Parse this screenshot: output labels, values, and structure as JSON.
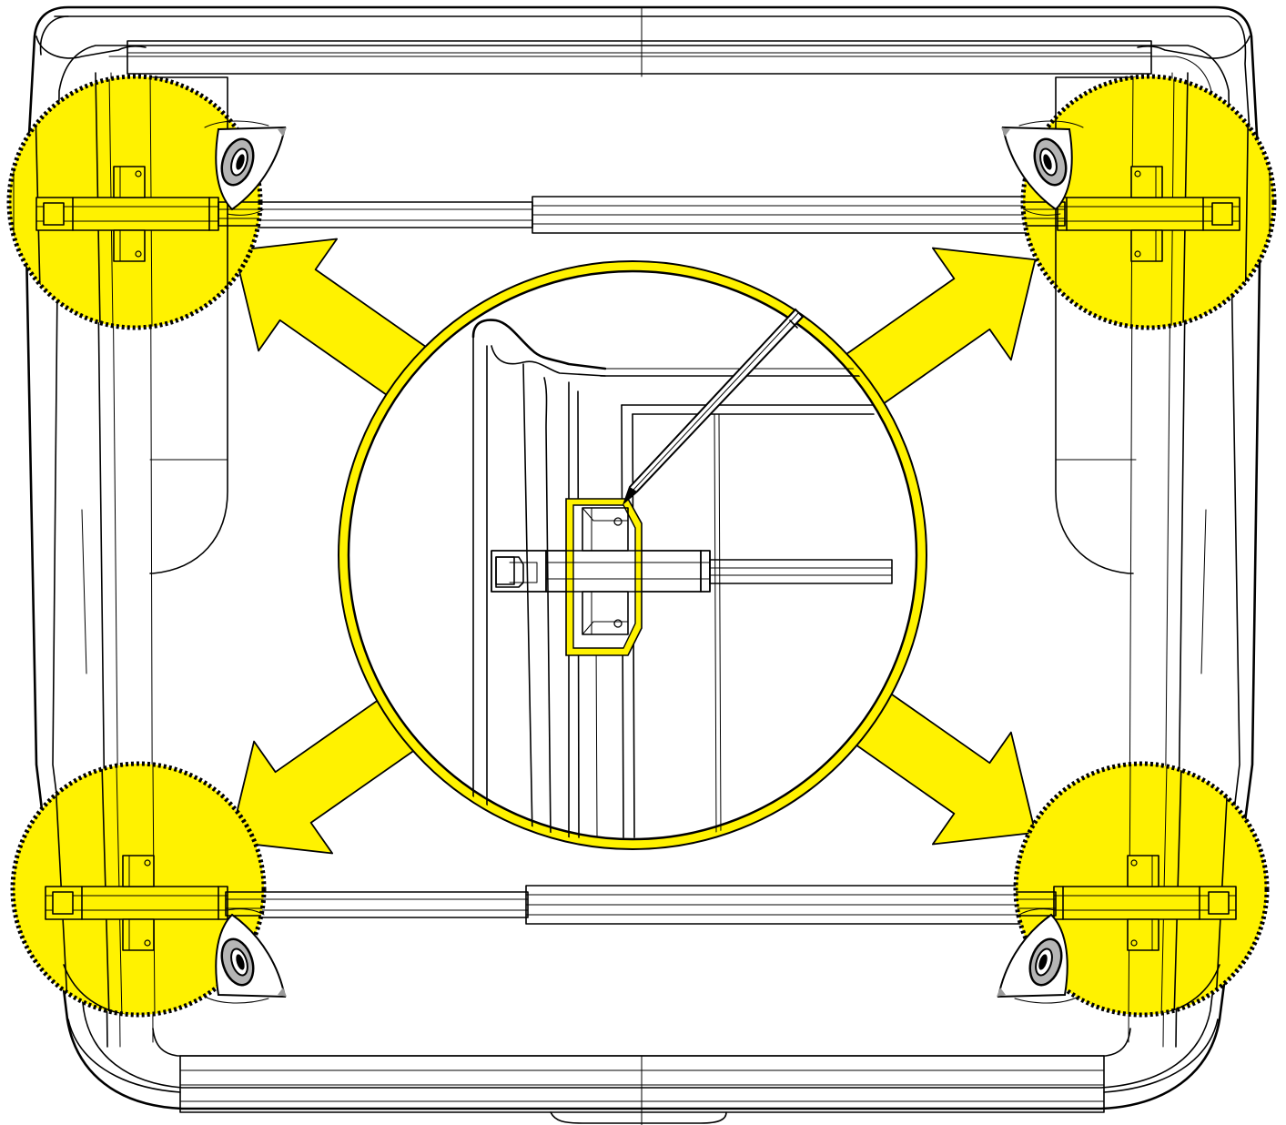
{
  "figure": {
    "kind": "instruction-diagram",
    "subject": "frame-bracket-marking-and-inspection"
  },
  "colors": {
    "highlight": "#FFF200",
    "line": "#000000",
    "background": "#FFFFFF",
    "eye_iris": "#B5B5B5"
  },
  "icons": {
    "center": "pencil-icon",
    "inspection": "eye-icon",
    "direction": "arrow-icon"
  },
  "callouts": [
    {
      "id": "top-left",
      "view": "magnified-detail",
      "eye_facing": "left"
    },
    {
      "id": "top-right",
      "view": "magnified-detail",
      "eye_facing": "right"
    },
    {
      "id": "bottom-left",
      "view": "magnified-detail",
      "eye_facing": "left"
    },
    {
      "id": "bottom-right",
      "view": "magnified-detail",
      "eye_facing": "right"
    }
  ]
}
